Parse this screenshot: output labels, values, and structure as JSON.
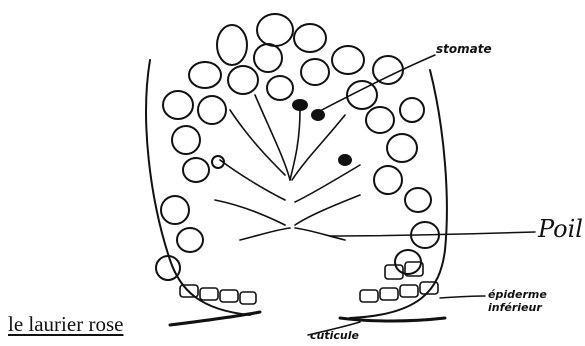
{
  "labels": {
    "stomate": "stomate",
    "poil": "Poil",
    "epiderme_line1": "épiderme",
    "epiderme_line2": "inférieur",
    "cuticule": "cuticule"
  },
  "caption": "le laurier rose",
  "colors": {
    "ink": "#111111",
    "paper": "#ffffff"
  }
}
